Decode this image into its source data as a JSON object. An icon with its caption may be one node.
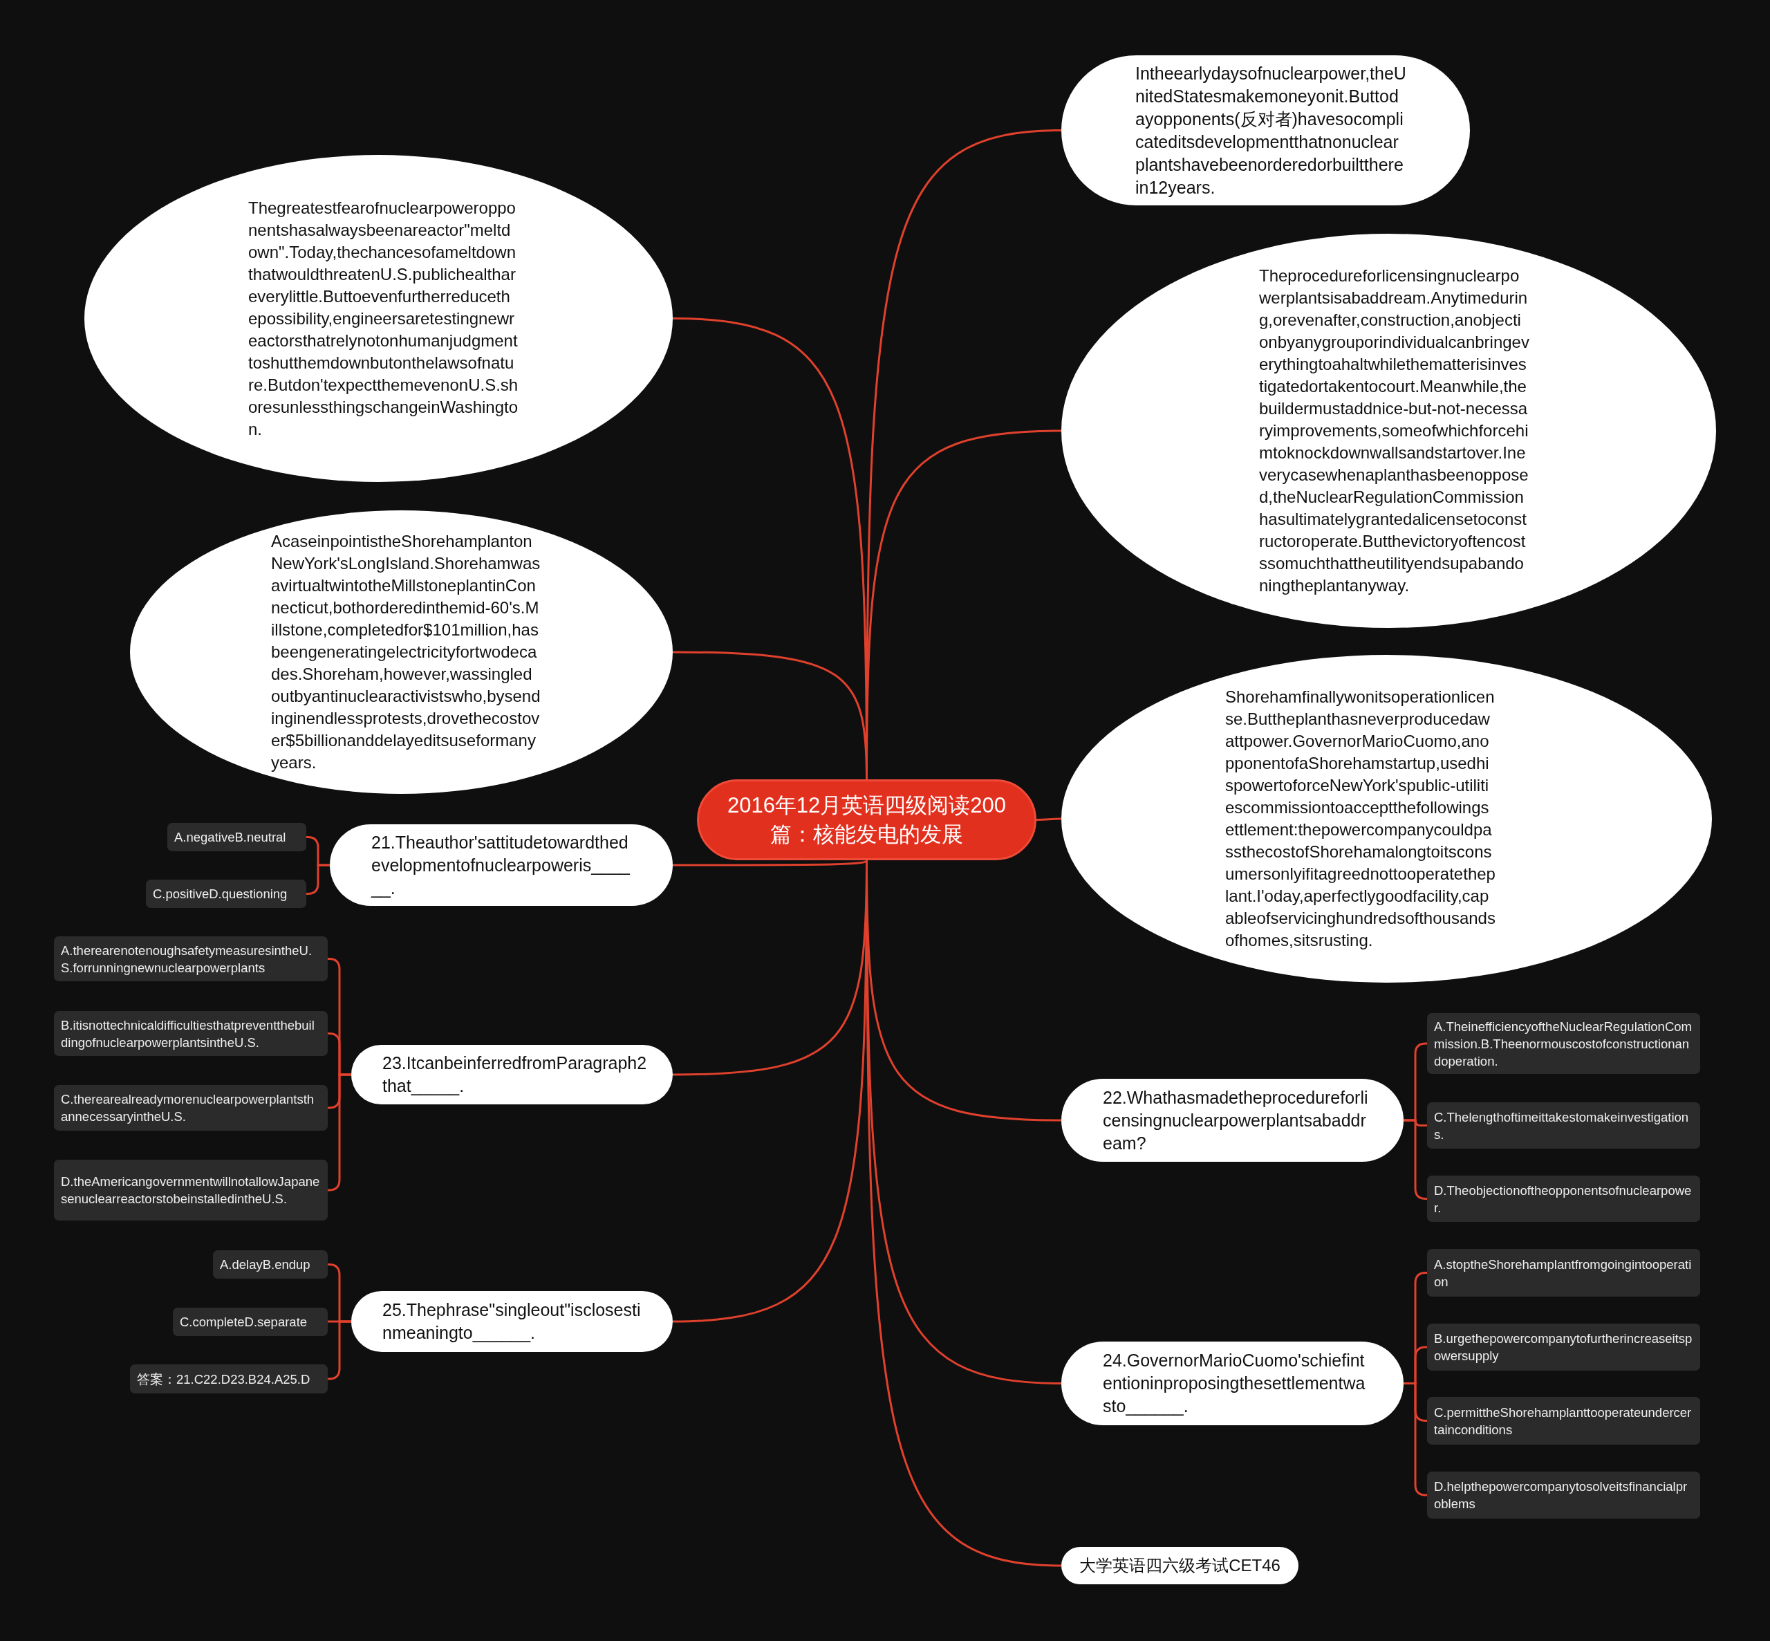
{
  "diagram": {
    "nodes": [
      {
        "text": [
          "2016年12月英语四级阅读200篇：核能发电的发展"
        ]
      },
      {
        "text": [
          "Thegreatestfearofnuclearpoweropponentshasalwaysbeenareactor\"meltdown\".Today,thechancesofameltdownthatwouldthreatenU.S.publichealthareverylittle.Buttoevenfurtherreducethepossibility,engineersaretestingnewreactorsthatrelynotonhumanjudgmenttoshutthemdownbutonthelawsofnature.Butdon'texpectthemevenonU.S.shoresunlessthingschangeinWashington."
        ]
      },
      {
        "text": [
          "AcaseinpointistheShorehamplantonNewYork'sLongIsland.ShorehamwasavirtualtwintotheMillstoneplantinConnecticut,bothorderedinthemid-60's.Millstone,completedfor$101million,hasbeengeneratingelectricityfortwodecades.Shoreham,however,wassingledoutbyantinuclearactivistswho,bysendinginendlessprotests,drovethecostover$5billionanddelayeditsuseformanyyears."
        ]
      },
      {
        "text": [
          "21.Theauthor'sattitudetowardthedevelopmentofnuclearpoweris______."
        ]
      },
      {
        "text": [
          "A.negativeB.neutral"
        ]
      },
      {
        "text": [
          "C.positiveD.questioning"
        ]
      },
      {
        "text": [
          "23.ItcanbeinferredfromParagraph2that_____."
        ]
      },
      {
        "text": [
          "A.therearenotenoughsafetymeasuresintheU.S.forrunningnewnuclearpowerplants"
        ]
      },
      {
        "text": [
          "B.itisnottechnicaldifficultiesthatpreventthebuildingofnuclearpowerplantsintheU.S."
        ]
      },
      {
        "text": [
          "C.therearealreadymorenuclearpowerplantsthannecessaryintheU.S."
        ]
      },
      {
        "text": [
          "D.theAmericangovernmentwillnotallowJapanesenuclearreactorstobeinstalledintheU.S."
        ]
      },
      {
        "text": [
          "25.Thephrase\"singleout\"isclosestinmeaningto______."
        ]
      },
      {
        "text": [
          "A.delayB.endup"
        ]
      },
      {
        "text": [
          "C.completeD.separate"
        ]
      },
      {
        "text": [
          "答案：21.C22.D23.B24.A25.D"
        ]
      },
      {
        "text": [
          "Intheearlydaysofnuclearpower,theUnitedStatesmakemoneyonit.Buttodayopponents(反对者)havesocomplicateditsdevelopmentthatnonuclearplantshavebeenorderedorbuilttherein12years."
        ]
      },
      {
        "text": [
          "Theprocedureforlicensingnuclearpowerplantsisabaddream.Anytimeduring,orevenafter,construction,anobjectionbyanygrouporindividualcanbringeverythingtoahaltwhilethematterisinvestigatedortakentocourt.Meanwhile,thebuildermustaddnice-but-not-necessaryimprovements,someofwhichforcehimtoknockdownwallsandstartover.Ineverycasewhenaplanthasbeenopposed,theNuclearRegulationCommissionhasultimatelygrantedalicensetoconstructoroperate.Butthevictoryoftencostssomuchthattheutilityendsupabandoningtheplantanyway."
        ]
      },
      {
        "text": [
          "Shorehamfinallywonitsoperationlicense.Buttheplanthasneverproducedawattpower.GovernorMarioCuomo,anopponentofaShorehamstartup,usedhispowertoforceNewYork'spublic-utilitiescommissiontoacceptthefollowingsettlement:thepowercompanycouldpassthecostofShorehamalongtoitsconsumersonlyifitagreednottooperatetheplant.I'oday,aperfectlygoodfacility,capableofservicinghundredsofthousandsofhomes,sitsrusting."
        ]
      },
      {
        "text": [
          "22.Whathasmadetheprocedureforlicensingnuclearpowerplantsabaddream?"
        ]
      },
      {
        "text": [
          "A.TheinefficiencyoftheNuclearRegulationCommission.B.Theenormouscostofconstructionandoperation."
        ]
      },
      {
        "text": [
          "C.Thelengthoftimeittakestomakeinvestigations."
        ]
      },
      {
        "text": [
          "D.Theobjectionoftheopponentsofnuclearpower."
        ]
      },
      {
        "text": [
          "24.GovernorMarioCuomo'schiefintentioninproposingthesettlementwasto______."
        ]
      },
      {
        "text": [
          "A.stoptheShorehamplantfromgoingintooperation"
        ]
      },
      {
        "text": [
          "B.urgethepowercompanytofurtherincreaseitspowersupply"
        ]
      },
      {
        "text": [
          "C.permittheShorehamplanttooperateundercertainconditions"
        ]
      },
      {
        "text": [
          "D.helpthepowercompanytosolveitsfinancialproblems"
        ]
      },
      {
        "text": [
          "大学英语四六级考试CET46"
        ]
      }
    ],
    "edges": [
      {
        "from": 0,
        "to": 1,
        "arrow": "none"
      },
      {
        "from": 0,
        "to": 2,
        "arrow": "none"
      },
      {
        "from": 0,
        "to": 3,
        "arrow": "none"
      },
      {
        "from": 3,
        "to": 4,
        "arrow": "none"
      },
      {
        "from": 3,
        "to": 5,
        "arrow": "none"
      },
      {
        "from": 0,
        "to": 6,
        "arrow": "none"
      },
      {
        "from": 6,
        "to": 7,
        "arrow": "none"
      },
      {
        "from": 6,
        "to": 8,
        "arrow": "none"
      },
      {
        "from": 6,
        "to": 9,
        "arrow": "none"
      },
      {
        "from": 6,
        "to": 10,
        "arrow": "none"
      },
      {
        "from": 0,
        "to": 11,
        "arrow": "none"
      },
      {
        "from": 11,
        "to": 12,
        "arrow": "none"
      },
      {
        "from": 11,
        "to": 13,
        "arrow": "none"
      },
      {
        "from": 11,
        "to": 14,
        "arrow": "none"
      },
      {
        "from": 0,
        "to": 15,
        "arrow": "none"
      },
      {
        "from": 0,
        "to": 16,
        "arrow": "none"
      },
      {
        "from": 0,
        "to": 17,
        "arrow": "none"
      },
      {
        "from": 0,
        "to": 18,
        "arrow": "none"
      },
      {
        "from": 18,
        "to": 19,
        "arrow": "none"
      },
      {
        "from": 18,
        "to": 20,
        "arrow": "none"
      },
      {
        "from": 18,
        "to": 21,
        "arrow": "none"
      },
      {
        "from": 0,
        "to": 22,
        "arrow": "none"
      },
      {
        "from": 22,
        "to": 23,
        "arrow": "none"
      },
      {
        "from": 22,
        "to": 24,
        "arrow": "none"
      },
      {
        "from": 22,
        "to": 25,
        "arrow": "none"
      },
      {
        "from": 22,
        "to": 26,
        "arrow": "none"
      },
      {
        "from": 0,
        "to": 27,
        "arrow": "none"
      }
    ]
  }
}
